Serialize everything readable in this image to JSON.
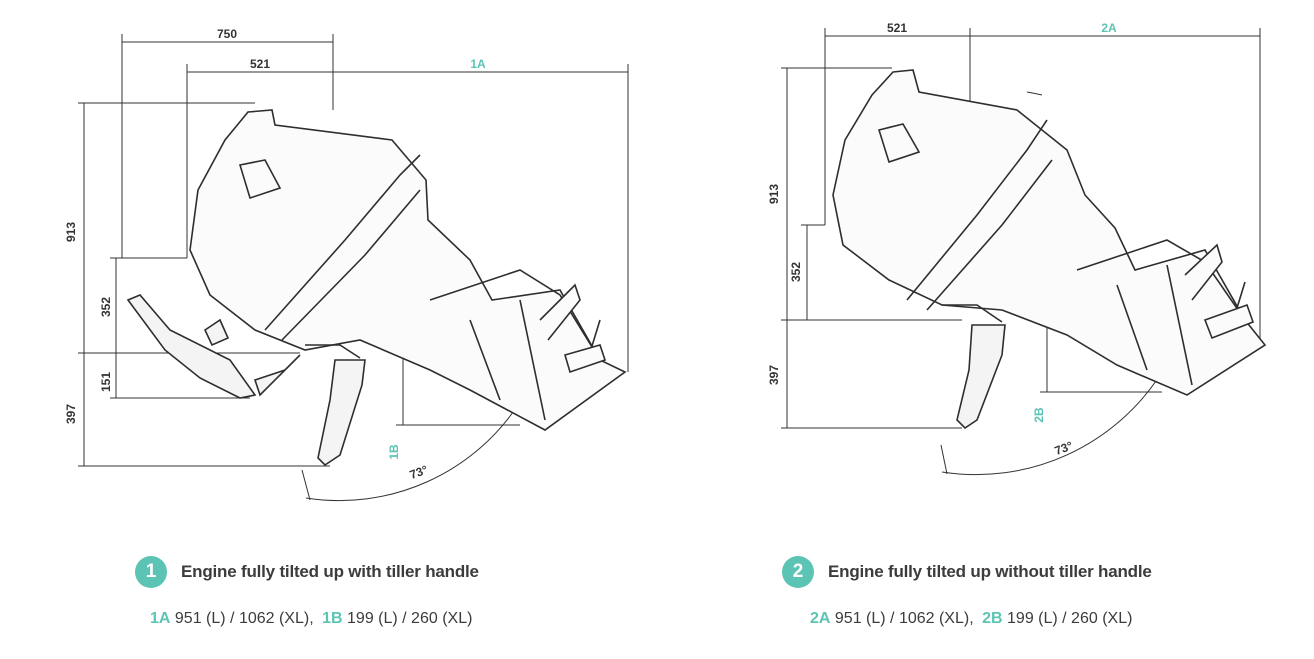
{
  "colors": {
    "accent": "#5cc4b4",
    "text": "#3c3c3c",
    "line": "#333333"
  },
  "panels": [
    {
      "number": "1",
      "title": "Engine fully tilted up with tiller handle",
      "dims": {
        "d750": "750",
        "d521": "521",
        "d1A": "1A",
        "d913": "913",
        "d352": "352",
        "d151": "151",
        "d397": "397",
        "d1B": "1B",
        "angle": "73°"
      },
      "spec": {
        "a_code": "1A",
        "a_text": "951 (L) / 1062 (XL),",
        "b_code": "1B",
        "b_text": "199 (L) / 260 (XL)"
      }
    },
    {
      "number": "2",
      "title": "Engine fully tilted up without tiller handle",
      "dims": {
        "d521": "521",
        "d2A": "2A",
        "d913": "913",
        "d352": "352",
        "d397": "397",
        "d2B": "2B",
        "angle": "73°"
      },
      "spec": {
        "a_code": "2A",
        "a_text": "951 (L) / 1062 (XL),",
        "b_code": "2B",
        "b_text": "199 (L) / 260 (XL)"
      }
    }
  ]
}
